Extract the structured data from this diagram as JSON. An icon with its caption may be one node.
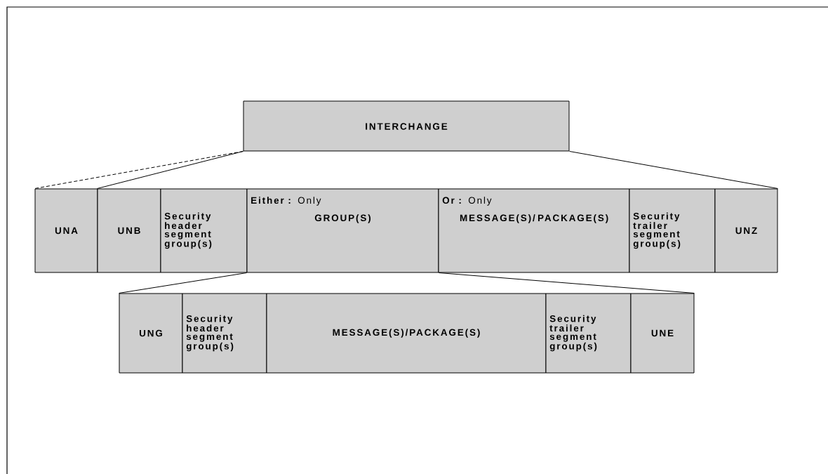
{
  "diagram": {
    "nodes": [
      {
        "text": [
          "INTERCHANGE"
        ]
      },
      {
        "text": [
          "UNA"
        ]
      },
      {
        "text": [
          "UNB"
        ]
      },
      {
        "text": [
          "Security header segment group(s)"
        ]
      },
      {
        "text": [
          "**Either :** Only",
          "GROUP(S)"
        ]
      },
      {
        "text": [
          "**Or :** Only",
          "MESSAGE(S)/ PACKAGE(S)"
        ]
      },
      {
        "text": [
          "Security trailer segment group(s)"
        ]
      },
      {
        "text": [
          "UNZ"
        ]
      },
      {
        "text": [
          "UNG"
        ]
      },
      {
        "text": [
          "Security header segment group(s)"
        ]
      },
      {
        "text": [
          "MESSAGE(S)/PACKAGE(S)"
        ]
      },
      {
        "text": [
          "Security trailer segment group(s)"
        ]
      },
      {
        "text": [
          "UNE"
        ]
      }
    ],
    "edges": [
      {
        "from": 0,
        "to": 1,
        "arrow": "none",
        "style": "dashed"
      },
      {
        "from": 0,
        "to": 2,
        "arrow": "none"
      },
      {
        "from": 0,
        "to": 7,
        "arrow": "none"
      },
      {
        "from": 4,
        "to": 8,
        "arrow": "none"
      },
      {
        "from": 4,
        "to": 12,
        "arrow": "none"
      }
    ]
  }
}
